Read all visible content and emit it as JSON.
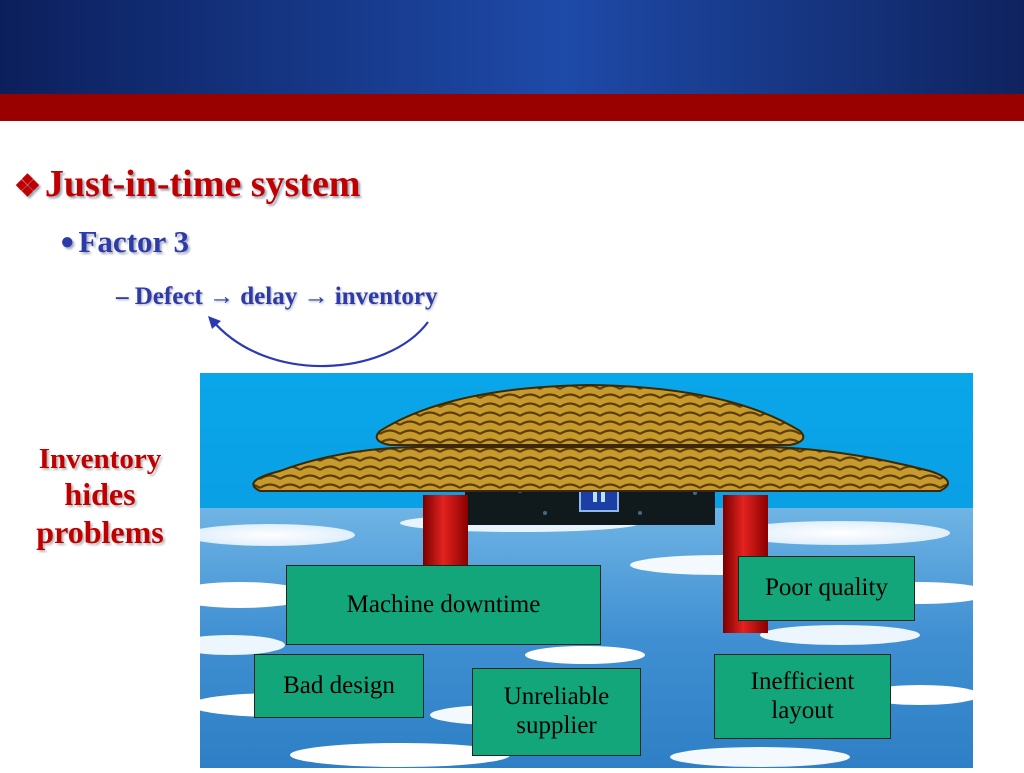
{
  "slide": {
    "heading": "Just-in-time system",
    "subheading": "Factor 3",
    "chain_text": "Defect → delay → inventory",
    "side_caption": {
      "line1": "Inventory",
      "line2": "hides",
      "line3": "problems"
    }
  },
  "bullets": {
    "level1": "❖",
    "level2": "●",
    "level3": "–"
  },
  "problems": [
    {
      "label": "Machine downtime"
    },
    {
      "label": "Poor quality"
    },
    {
      "label": "Bad design"
    },
    {
      "label": "Unreliable supplier"
    },
    {
      "label": "Inefficient layout"
    }
  ],
  "colors": {
    "header_blue": "#1e4aa8",
    "header_red": "#990000",
    "heading_red": "#c00000",
    "subheading_blue": "#2d3aa8",
    "box_green": "#12a67a",
    "water_blue": "#5aa4dc"
  }
}
